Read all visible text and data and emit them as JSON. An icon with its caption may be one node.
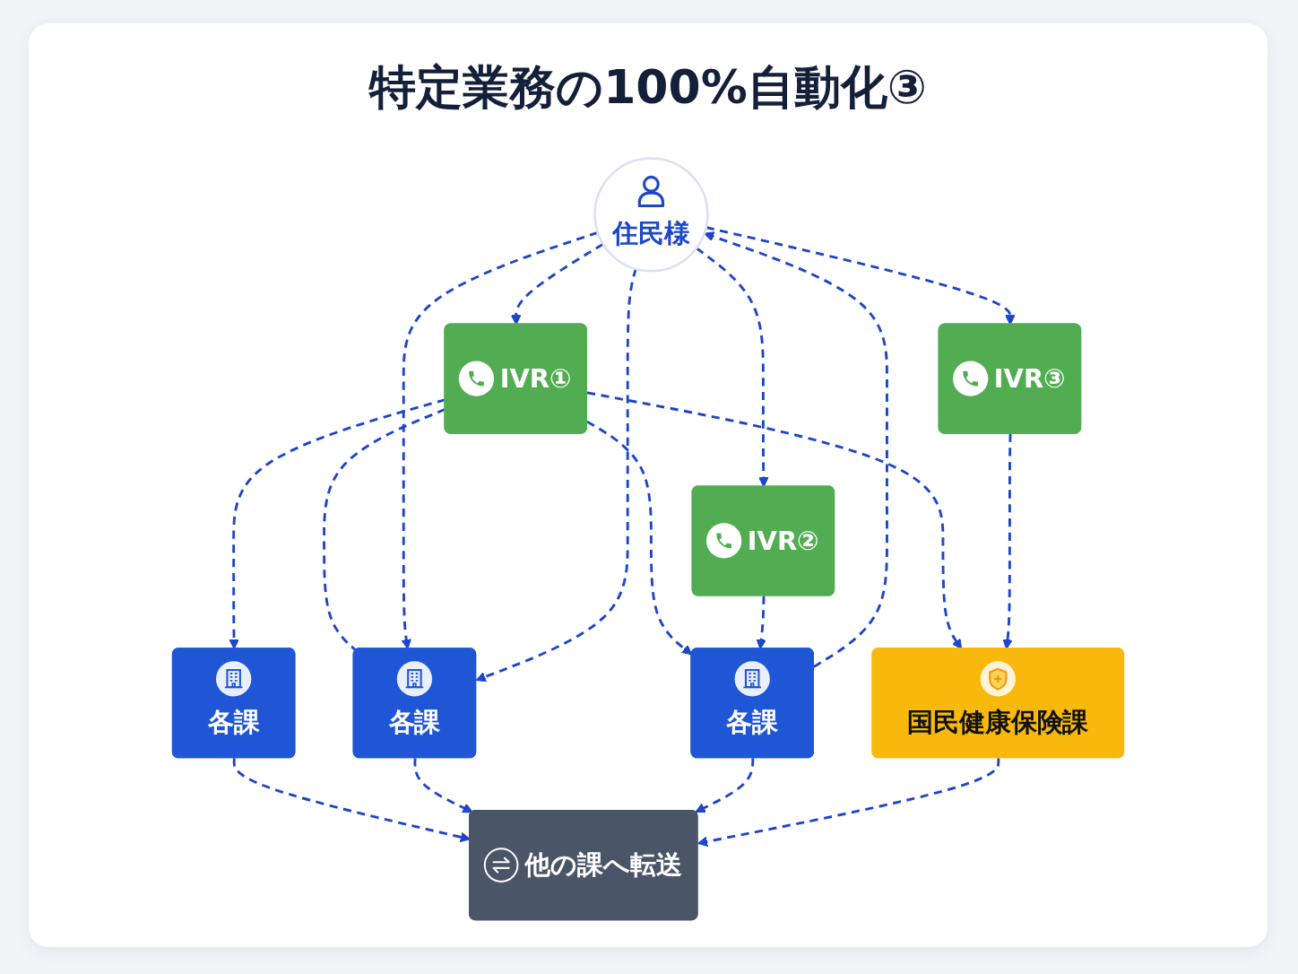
{
  "diagram": {
    "title": "特定業務の100%自動化③",
    "nodes": [
      {
        "text": [
          "住民様"
        ]
      },
      {
        "text": [
          "IVR①"
        ]
      },
      {
        "text": [
          "IVR③"
        ]
      },
      {
        "text": [
          "IVR②"
        ]
      },
      {
        "text": [
          "各課"
        ]
      },
      {
        "text": [
          "各課"
        ]
      },
      {
        "text": [
          "各課"
        ]
      },
      {
        "text": [
          "国民健康保険課"
        ]
      },
      {
        "text": [
          "他の課へ転送"
        ]
      }
    ],
    "edges": [
      {
        "from": 0,
        "to": 1,
        "arrow": "to",
        "style": "dashed"
      },
      {
        "from": 0,
        "to": 2,
        "arrow": "to",
        "style": "dashed"
      },
      {
        "from": 0,
        "to": 3,
        "arrow": "to",
        "style": "dashed"
      },
      {
        "from": 1,
        "to": 4,
        "arrow": "to",
        "style": "dashed"
      },
      {
        "from": 1,
        "to": 5,
        "arrow": "none",
        "style": "dashed"
      },
      {
        "from": 1,
        "to": 6,
        "arrow": "to",
        "style": "dashed"
      },
      {
        "from": 1,
        "to": 7,
        "arrow": "to",
        "style": "dashed"
      },
      {
        "from": 0,
        "to": 5,
        "arrow": "to",
        "style": "dashed"
      },
      {
        "from": 0,
        "to": 5,
        "arrow": "to",
        "style": "dashed"
      },
      {
        "from": 6,
        "to": 0,
        "arrow": "to",
        "style": "dashed"
      },
      {
        "from": 3,
        "to": 6,
        "arrow": "to",
        "style": "dashed"
      },
      {
        "from": 2,
        "to": 7,
        "arrow": "to",
        "style": "dashed"
      },
      {
        "from": 4,
        "to": 8,
        "arrow": "to",
        "style": "dashed"
      },
      {
        "from": 5,
        "to": 8,
        "arrow": "to",
        "style": "dashed"
      },
      {
        "from": 6,
        "to": 8,
        "arrow": "to",
        "style": "dashed"
      },
      {
        "from": 7,
        "to": 8,
        "arrow": "to",
        "style": "dashed"
      }
    ]
  }
}
